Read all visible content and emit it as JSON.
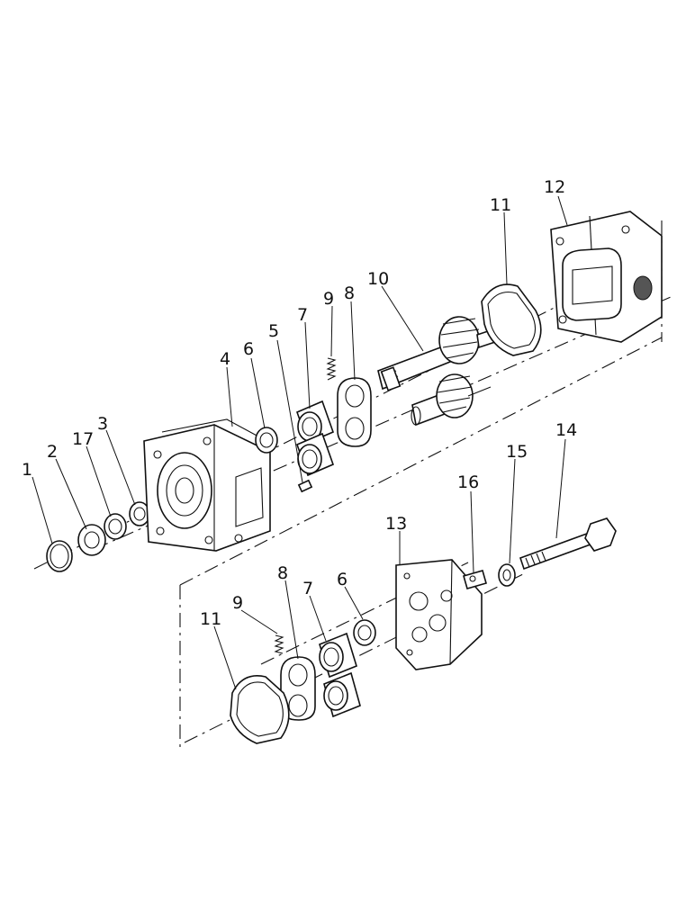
{
  "callouts": {
    "c1": "1",
    "c2": "2",
    "c17": "17",
    "c3": "3",
    "c4": "4",
    "c6a": "6",
    "c5": "5",
    "c7a": "7",
    "c9a": "9",
    "c8a": "8",
    "c10": "10",
    "c11a": "11",
    "c12": "12",
    "c14": "14",
    "c15": "15",
    "c16": "16",
    "c13": "13",
    "c6b": "6",
    "c7b": "7",
    "c8b": "8",
    "c9b": "9",
    "c11b": "11"
  },
  "colors": {
    "line": "#111111",
    "background": "#ffffff"
  }
}
